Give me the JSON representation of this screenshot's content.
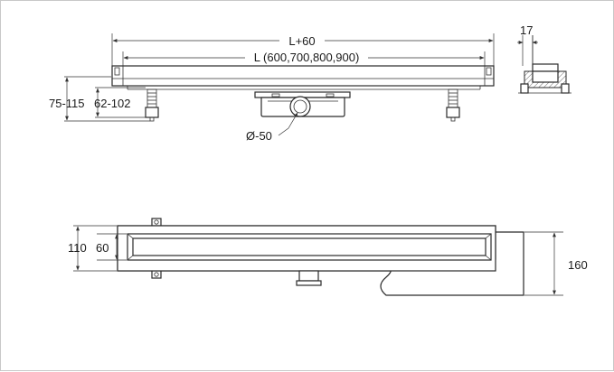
{
  "dimensions": {
    "total_length": "L+60",
    "length_options": "L (600,700,800,900)",
    "outer_height": "75-115",
    "inner_height": "62-102",
    "outlet_diameter": "Ø-50",
    "flange": "17",
    "body_width": "110",
    "grate_width": "60",
    "depth": "160"
  },
  "colors": {
    "line": "#2a2a2a",
    "frame": "#c8c8c8",
    "background": "#ffffff"
  }
}
